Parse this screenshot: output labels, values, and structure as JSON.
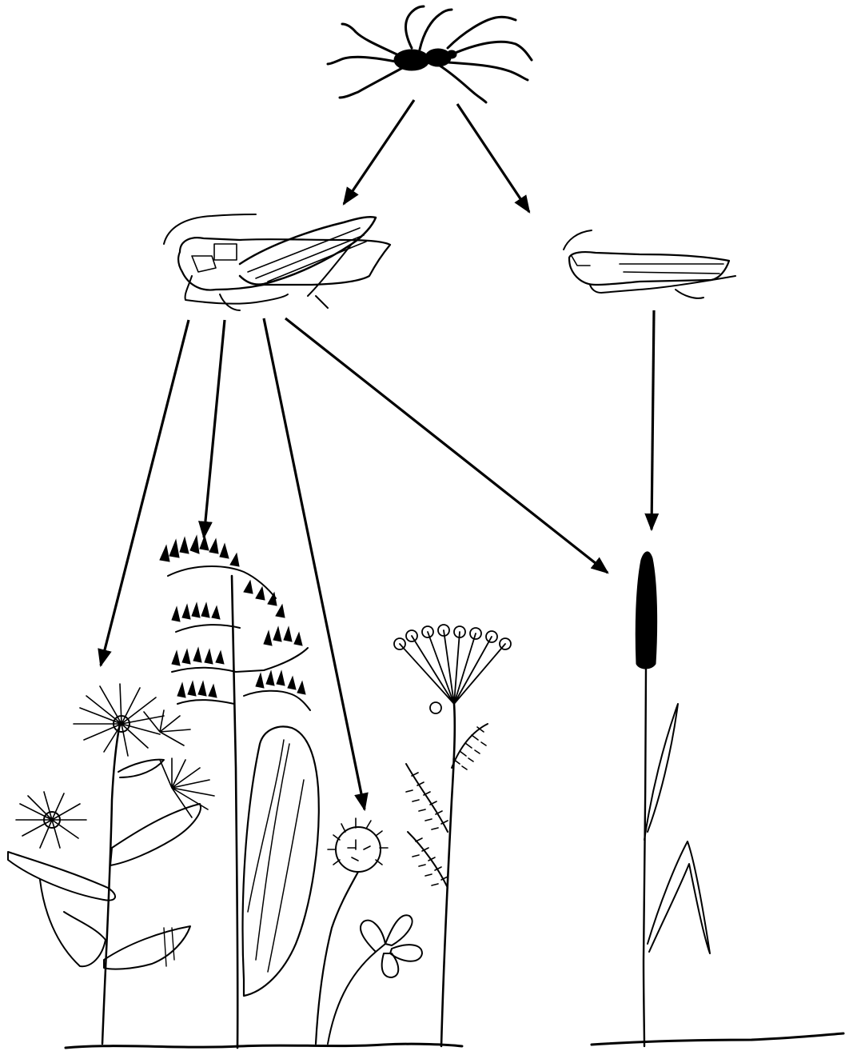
{
  "diagram": {
    "kind": "food-web",
    "organisms": [
      {
        "id": "spider",
        "icon": "spider-icon"
      },
      {
        "id": "grasshopper-large",
        "icon": "grasshopper-icon"
      },
      {
        "id": "grasshopper-small",
        "icon": "grasshopper-icon"
      },
      {
        "id": "aster-plant",
        "icon": "aster-flower-icon"
      },
      {
        "id": "goldenrod-plant",
        "icon": "goldenrod-plant-icon"
      },
      {
        "id": "clover-plant",
        "icon": "clover-icon"
      },
      {
        "id": "yarrow-plant",
        "icon": "yarrow-plant-icon"
      },
      {
        "id": "timothy-grass",
        "icon": "grass-seedhead-icon"
      }
    ],
    "links": [
      {
        "from": "spider",
        "to": "grasshopper-large"
      },
      {
        "from": "spider",
        "to": "grasshopper-small"
      },
      {
        "from": "grasshopper-large",
        "to": "aster-plant"
      },
      {
        "from": "grasshopper-large",
        "to": "goldenrod-plant"
      },
      {
        "from": "grasshopper-large",
        "to": "clover-plant"
      },
      {
        "from": "grasshopper-large",
        "to": "timothy-grass"
      },
      {
        "from": "grasshopper-small",
        "to": "timothy-grass"
      }
    ],
    "colors": {
      "ink": "#000000",
      "background": "#ffffff"
    }
  }
}
